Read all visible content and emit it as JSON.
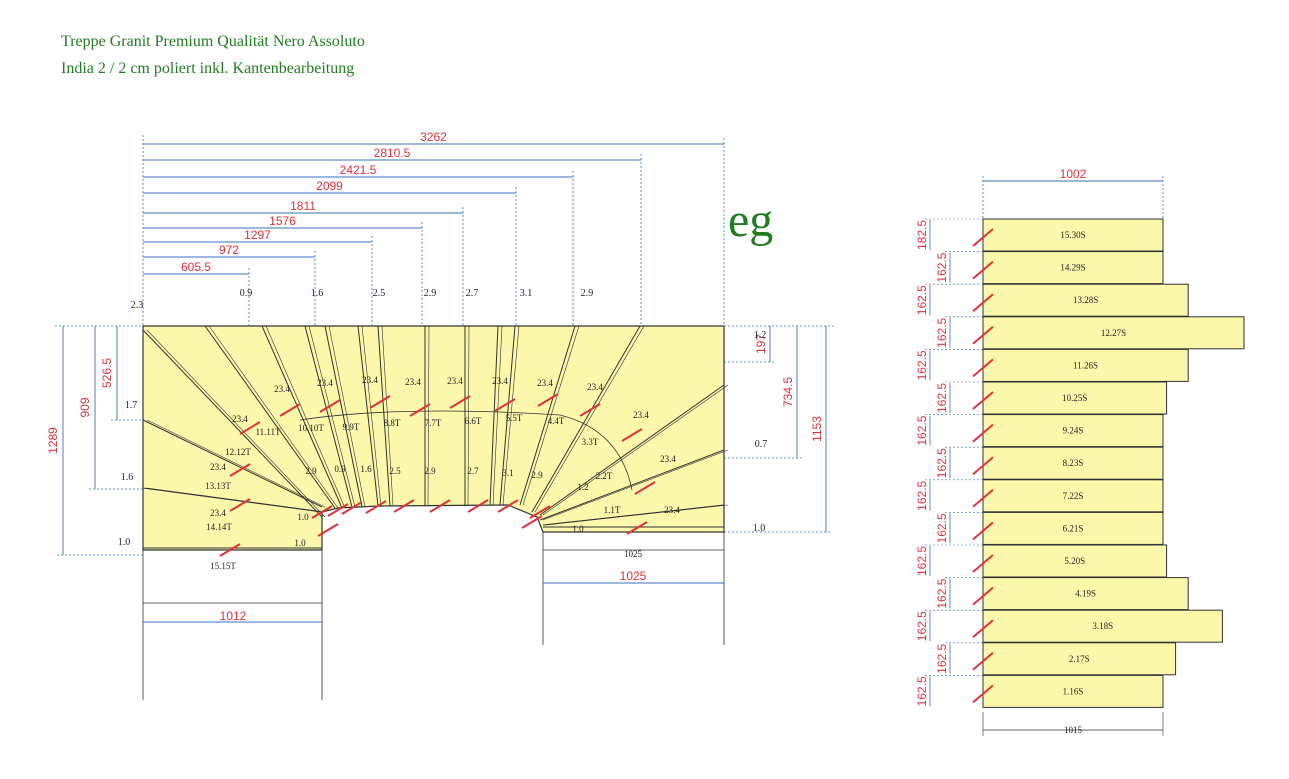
{
  "header": {
    "title_line1": "Treppe Granit Premium Qualität Nero Assoluto",
    "title_line2": "India 2 / 2 cm poliert inkl. Kantenbearbeitung",
    "floor_label": "eg"
  },
  "colors": {
    "tread_fill": "#fbf7ab",
    "title_green": "#1f7d1f",
    "dim_red": "#e0303a",
    "dim_blue": "#3a6fc0"
  },
  "plan": {
    "top_dims": [
      "3262",
      "2810.5",
      "2421.5",
      "2099",
      "1811",
      "1576",
      "1297",
      "972",
      "605.5"
    ],
    "top_edge_marks": [
      "2.3",
      "0.9",
      "1.6",
      "2.5",
      "2.9",
      "2.7",
      "3.1",
      "2.9"
    ],
    "left_dims": [
      "1289",
      "909",
      "526.5"
    ],
    "left_marks": [
      "1.7",
      "1.6",
      "1.0"
    ],
    "right_dims": [
      "1153",
      "734.5",
      "197"
    ],
    "right_marks": [
      "1.2",
      "0.7",
      "1.0"
    ],
    "bottom_dims": [
      "1012",
      "1025",
      "1025"
    ],
    "tread_labels": [
      "1.1T",
      "2.2T",
      "3.3T",
      "4.4T",
      "5.5T",
      "6.6T",
      "7.7T",
      "8.8T",
      "9.9T",
      "10.10T",
      "11.11T",
      "12.12T",
      "13.13T",
      "14.14T",
      "15.15T"
    ],
    "width_marks": [
      "23.4",
      "23.4",
      "23.4",
      "23.4",
      "23.4",
      "23.4",
      "23.4",
      "23.4",
      "23.4",
      "23.4",
      "23.4",
      "23.4",
      "23.4",
      "23.4"
    ],
    "inner_marks": [
      "2.9",
      "0.9",
      "1.6",
      "2.5",
      "2.9",
      "2.7",
      "3.1",
      "2.9",
      "1.0",
      "1.0",
      "1.2",
      "1.0"
    ]
  },
  "steps_list": {
    "top_dim": "1002",
    "bottom_dim": "1015",
    "rows": [
      {
        "label": "15.30S",
        "height_dim": "182.5",
        "width_ratio": 1.0
      },
      {
        "label": "14.29S",
        "height_dim": "162.5",
        "width_ratio": 1.0
      },
      {
        "label": "13.28S",
        "height_dim": "162.5",
        "width_ratio": 1.14
      },
      {
        "label": "12.27S",
        "height_dim": "162.5",
        "width_ratio": 1.45
      },
      {
        "label": "11.26S",
        "height_dim": "162.5",
        "width_ratio": 1.14
      },
      {
        "label": "10.25S",
        "height_dim": "162.5",
        "width_ratio": 1.02
      },
      {
        "label": "9.24S",
        "height_dim": "162.5",
        "width_ratio": 1.0
      },
      {
        "label": "8.23S",
        "height_dim": "162.5",
        "width_ratio": 1.0
      },
      {
        "label": "7.22S",
        "height_dim": "162.5",
        "width_ratio": 1.0
      },
      {
        "label": "6.21S",
        "height_dim": "162.5",
        "width_ratio": 1.0
      },
      {
        "label": "5.20S",
        "height_dim": "162.5",
        "width_ratio": 1.02
      },
      {
        "label": "4.19S",
        "height_dim": "162.5",
        "width_ratio": 1.14
      },
      {
        "label": "3.18S",
        "height_dim": "162.5",
        "width_ratio": 1.33
      },
      {
        "label": "2.17S",
        "height_dim": "162.5",
        "width_ratio": 1.07
      },
      {
        "label": "1.16S",
        "height_dim": "162.5",
        "width_ratio": 1.0
      }
    ]
  }
}
